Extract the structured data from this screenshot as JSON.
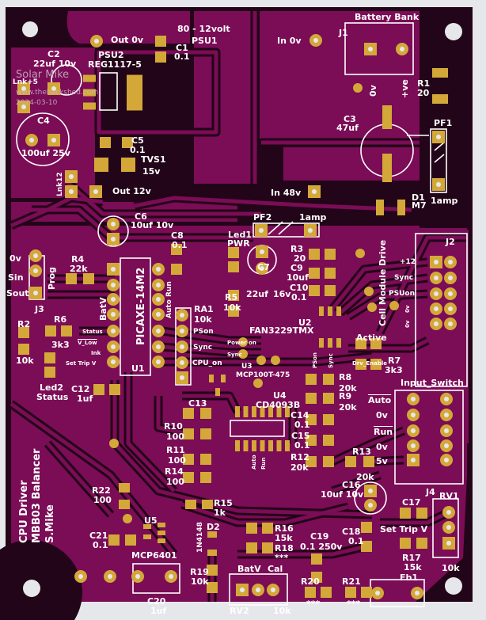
{
  "board": {
    "colors": {
      "substrate": "#220518",
      "copper_pour": "#7b0c56",
      "pad": "#d4a838",
      "silkscreen": "#ffffff",
      "background": "#e6e7ea"
    },
    "watermark": {
      "author": "Solar Mike",
      "site": "www.thebackshed.com",
      "date": "2024-03-10"
    },
    "title": {
      "line1": "CPU Driver",
      "line2": "MBB03 Balancer",
      "line3": "S.Mike"
    }
  },
  "silk": {
    "out0v": "Out 0v",
    "psu1_desc": "80 - 12volt",
    "psu1": "PSU1",
    "c1": "C1",
    "c1v": "0.1",
    "c2": "C2",
    "c2v": "22uf 10v",
    "psu2": "PSU2",
    "psu2v": "REG1117-5",
    "lnk5": "Lnk+5",
    "c4": "C4",
    "c4v": "100uf 25v",
    "c5": "C5",
    "c5v": "0.1",
    "tvs1": "TVS1",
    "tvs1v": "15v",
    "lnk12": "Lnk12",
    "out12v": "Out 12v",
    "in0v": "In 0v",
    "battery": "Battery Bank",
    "j1": "J1",
    "j1_0v": "0v",
    "j1_ve": "+ve",
    "r1": "R1",
    "r1v": "20",
    "c3": "C3",
    "c3v": "47uf",
    "pf1": "PF1",
    "pf1v": "1amp",
    "d1": "D1",
    "d1v": "M7",
    "in48v": "In 48v",
    "c6": "C6",
    "c6v": "10uf 10v",
    "c8": "C8",
    "c8v": "0.1",
    "j3_0v": "0v",
    "j3_sin": "Sin",
    "j3_sout": "Sout",
    "prog": "Prog",
    "j3": "J3",
    "r4": "R4",
    "r4v": "22k",
    "batv": "BatV",
    "picaxe": "PICAXE-14M2",
    "u1": "U1",
    "autorun": "Auto Run",
    "ra1": "RA1",
    "ra1v": "10k",
    "pson": "PSon",
    "sync": "Sync",
    "cpu_on": "CPU_on",
    "status": "Status",
    "vlow": "V_Low",
    "ink": "Ink",
    "settrip": "Set Trip V",
    "r2": "R2",
    "r2v": "10k",
    "r6": "R6",
    "r6v": "3k3",
    "led2": "Led2",
    "led2v": "Status",
    "c12": "C12",
    "c12v": "1uf",
    "led1": "Led1",
    "led1v": "PWR",
    "r5": "R5",
    "r5v": "10k",
    "pf2": "PF2",
    "pf2v": "1amp",
    "r3": "R3",
    "r3v": "20",
    "c9": "C9",
    "c9v": "10uf",
    "c10": "C10",
    "c10v": "0.1",
    "c7": "C7",
    "c7v": "22uf",
    "c7v2": "16v",
    "u2": "U2",
    "u2v": "FAN3229TMX",
    "celldrive": "Cell Module Drive",
    "j2": "J2",
    "j2_12": "+12",
    "j2_sync": "Sync",
    "j2_psuon": "PSUon",
    "j2_0v_a": "0v",
    "j2_0v_b": "0v",
    "active": "Active",
    "r7": "R7",
    "r7v": "3k3",
    "u2_pson": "PSon",
    "u2_sync": "Sync",
    "poweron": "Power on",
    "sync_small": "Sync",
    "drv_enable": "Drv_Enable",
    "u3": "U3",
    "u3v": "MCP100T-475",
    "r8": "R8",
    "r8v": "20k",
    "r9": "R9",
    "r9v": "20k",
    "input_switch": "Input_Switch",
    "sw_auto": "Auto",
    "sw_0v_a": "0v",
    "sw_run": "Run",
    "sw_0v_b": "0v",
    "sw_5v": "5v",
    "u4": "U4",
    "u4v": "CD4093B",
    "c13": "C13",
    "r10": "R10",
    "r10v": "100",
    "r11": "R11",
    "r11v": "100",
    "r14": "R14",
    "r14v": "100",
    "c14": "C14",
    "c14v": "0.1",
    "c15": "C15",
    "c15v": "0.1",
    "r12": "R12",
    "r12v": "20k",
    "r13": "R13",
    "r13v": "20k",
    "u4_auto": "Auto",
    "u4_run": "Run",
    "c16": "C16",
    "c16v": "10uf 10v",
    "j4": "J4",
    "rv1": "RV1",
    "rv1v": "10k",
    "c17": "C17",
    "settrip2": "Set Trip V",
    "r17": "R17",
    "r17v": "15k",
    "c18": "C18",
    "c18v": "0.1",
    "r15": "R15",
    "r15v": "1k",
    "r22": "R22",
    "r22v": "100",
    "u5": "U5",
    "u5v": "MCP6401",
    "c21": "C21",
    "c21v": "0.1",
    "c20": "C20",
    "c20v": "1uf",
    "d2": "D2",
    "d2v": "1N4148",
    "r16": "R16",
    "r16v": "15k",
    "r18": "R18",
    "r18v": "***",
    "c19": "C19",
    "c19v": "0.1 250v",
    "r19": "R19",
    "r19v": "10k",
    "batv2": "BatV",
    "cal": "Cal",
    "rv2": "RV2",
    "rv2v": "10k",
    "r20": "R20",
    "r20v": "***",
    "r21": "R21",
    "r21v": "***",
    "fb1": "Fb1"
  }
}
